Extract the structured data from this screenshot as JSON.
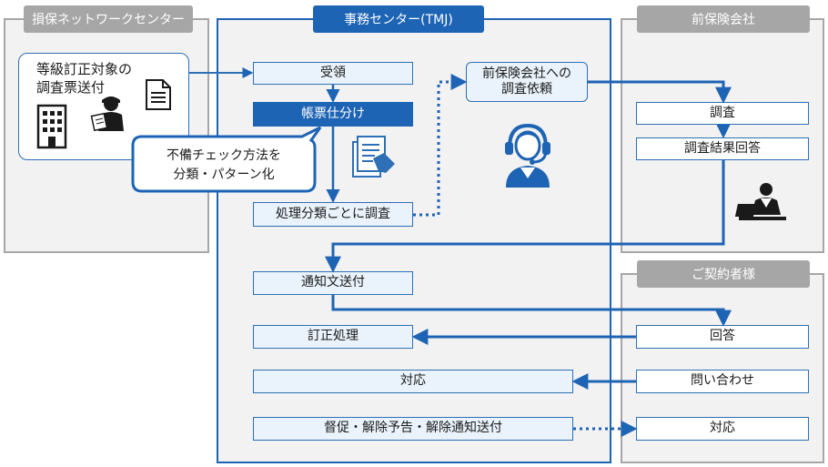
{
  "lanes": {
    "network": "損保ネットワークセンター",
    "tmj": "事務センター(TMJ)",
    "prev_insurer": "前保険会社",
    "contractor": "ご契約者様"
  },
  "origin_text": "等級訂正対象の\n調査票送付",
  "callout_text": "不備チェック方法を\n分類・パターン化",
  "steps": {
    "receive": "受領",
    "sort": "帳票仕分け",
    "investigate_by_type": "処理分類ごとに調査",
    "request_investigation": "前保険会社への\n調査依頼",
    "investigate": "調査",
    "answer_result": "調査結果回答",
    "send_notice": "通知文送付",
    "correction": "訂正処理",
    "respond": "対応",
    "dunning": "督促・解除予告・解除通知送付",
    "reply": "回答",
    "inquiry": "問い合わせ",
    "contractor_respond": "対応"
  },
  "colors": {
    "accent": "#1e64b4",
    "lane_gray": "#a6a6a6",
    "box_fill": "#eaf3fb"
  },
  "icons": {
    "document": "document-icon",
    "building": "building-icon",
    "surveyor": "surveyor-icon",
    "sorting_document": "document-sorting-icon",
    "operator": "headset-operator-icon",
    "laptop_worker": "laptop-worker-icon"
  }
}
